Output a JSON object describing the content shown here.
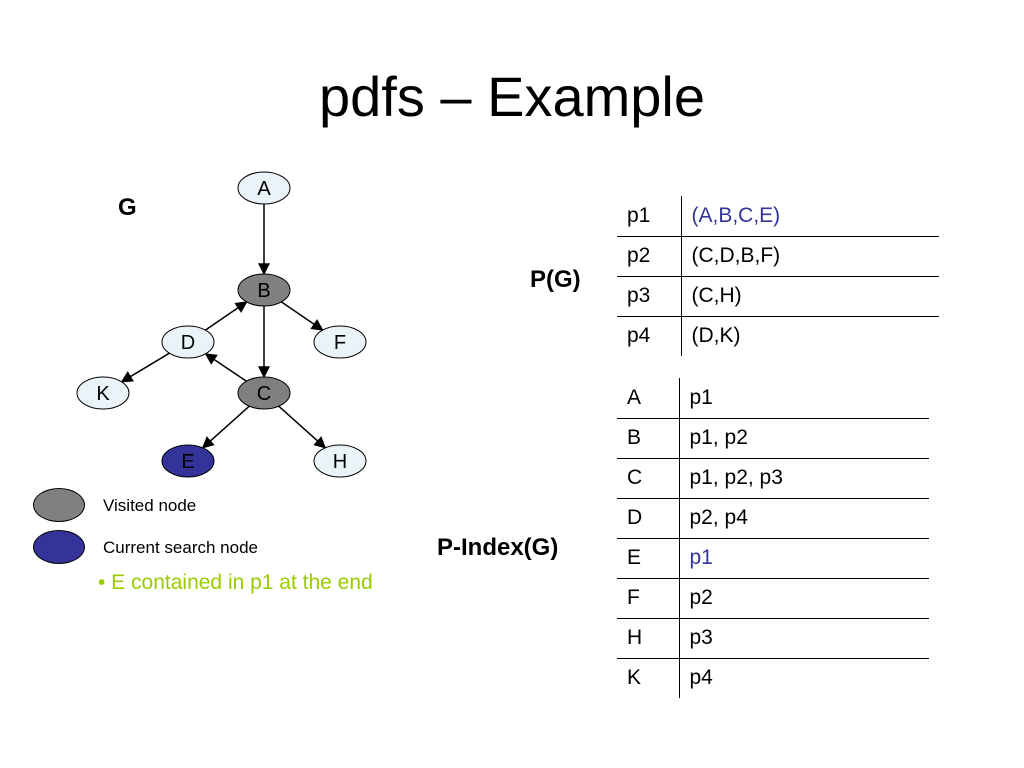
{
  "slide": {
    "title": "pdfs – Example"
  },
  "graph": {
    "label": "G",
    "nodes": [
      {
        "id": "A",
        "state": "unvisited"
      },
      {
        "id": "B",
        "state": "visited"
      },
      {
        "id": "C",
        "state": "visited"
      },
      {
        "id": "D",
        "state": "unvisited"
      },
      {
        "id": "E",
        "state": "current"
      },
      {
        "id": "F",
        "state": "unvisited"
      },
      {
        "id": "H",
        "state": "unvisited"
      },
      {
        "id": "K",
        "state": "unvisited"
      }
    ],
    "edges": [
      [
        "A",
        "B"
      ],
      [
        "B",
        "C"
      ],
      [
        "B",
        "F"
      ],
      [
        "C",
        "D"
      ],
      [
        "D",
        "B"
      ],
      [
        "D",
        "K"
      ],
      [
        "C",
        "E"
      ],
      [
        "C",
        "H"
      ]
    ],
    "colors": {
      "unvisited": "#eaf4f8",
      "visited": "#808080",
      "current": "#333399"
    }
  },
  "legend": {
    "visited_label": "Visited node",
    "current_label": "Current search node"
  },
  "note": "• E contained in p1 at the end",
  "p_table": {
    "label": "P(G)",
    "rows": [
      {
        "key": "p1",
        "value": "(A,B,C,E)",
        "highlight": true
      },
      {
        "key": "p2",
        "value": "(C,D,B,F)",
        "highlight": false
      },
      {
        "key": "p3",
        "value": "(C,H)",
        "highlight": false
      },
      {
        "key": "p4",
        "value": "(D,K)",
        "highlight": false
      }
    ]
  },
  "index_table": {
    "label": "P-Index(G)",
    "rows": [
      {
        "key": "A",
        "value": "p1",
        "highlight": false
      },
      {
        "key": "B",
        "value": "p1, p2",
        "highlight": false
      },
      {
        "key": "C",
        "value": "p1, p2, p3",
        "highlight": false
      },
      {
        "key": "D",
        "value": "p2, p4",
        "highlight": false
      },
      {
        "key": "E",
        "value": "p1",
        "highlight": true
      },
      {
        "key": "F",
        "value": "p2",
        "highlight": false
      },
      {
        "key": "H",
        "value": "p3",
        "highlight": false
      },
      {
        "key": "K",
        "value": "p4",
        "highlight": false
      }
    ]
  }
}
